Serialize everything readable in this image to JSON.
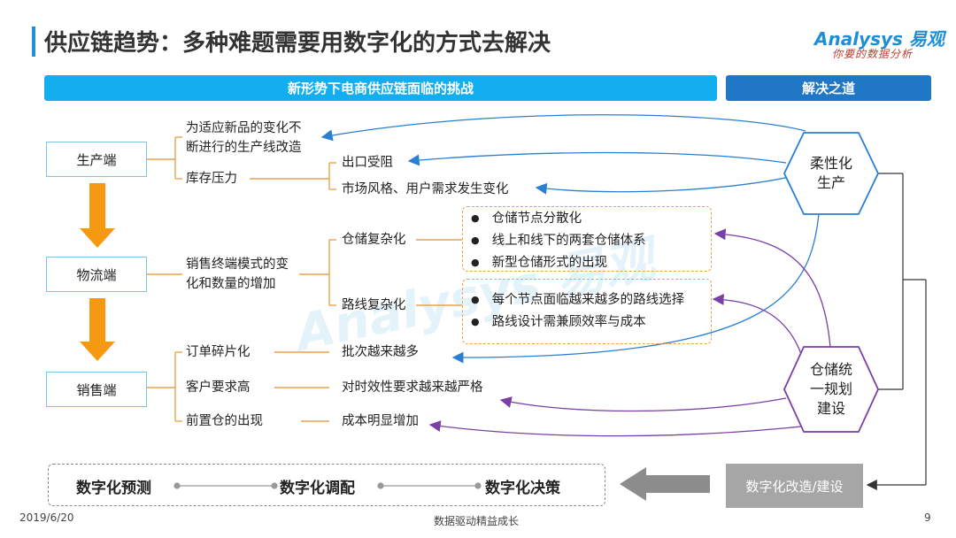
{
  "title": "供应链趋势：多种难题需要用数字化的方式去解决",
  "logo": {
    "main": "Analysys 易观",
    "sub": "你要的数据分析"
  },
  "headers": {
    "challenges": "新形势下电商供应链面临的挑战",
    "solutions": "解决之道"
  },
  "stages": [
    "生产端",
    "物流端",
    "销售端"
  ],
  "production": {
    "cause1": [
      "为适应新品的变化不",
      "断进行的生产线改造"
    ],
    "cause2": "库存压力",
    "effect1": "出口受阻",
    "effect2": "市场风格、用户需求发生变化"
  },
  "logistics": {
    "cause": [
      "销售终端模式的变",
      "化和数量的增加"
    ],
    "branch1": "仓储复杂化",
    "branch2": "路线复杂化",
    "bullets1": [
      "仓储节点分散化",
      "线上和线下的两套仓储体系",
      "新型仓储形式的出现"
    ],
    "bullets2": [
      "每个节点面临越来越多的路线选择",
      "路线设计需兼顾效率与成本"
    ]
  },
  "sales": {
    "causes": [
      "订单碎片化",
      "客户要求高",
      "前置仓的出现"
    ],
    "effects": [
      "批次越来越多",
      "对时效性要求越来越严格",
      "成本明显增加"
    ]
  },
  "solutions": {
    "flexible": [
      "柔性化",
      "生产"
    ],
    "warehouse": [
      "仓储统",
      "一规划",
      "建设"
    ],
    "digital": "数字化改造/建设"
  },
  "bottom_steps": [
    "数字化预测",
    "数字化调配",
    "数字化决策"
  ],
  "footer": {
    "date": "2019/6/20",
    "slogan": "数据驱动精益成长",
    "page": "9"
  },
  "colors": {
    "accent": "#13aef0",
    "solution_header": "#1f77c5",
    "arrow_orange": "#f59a10",
    "hex_blue": "#2a7fd4",
    "hex_purple": "#7b3fa8",
    "line_orange": "#e8a24c"
  }
}
